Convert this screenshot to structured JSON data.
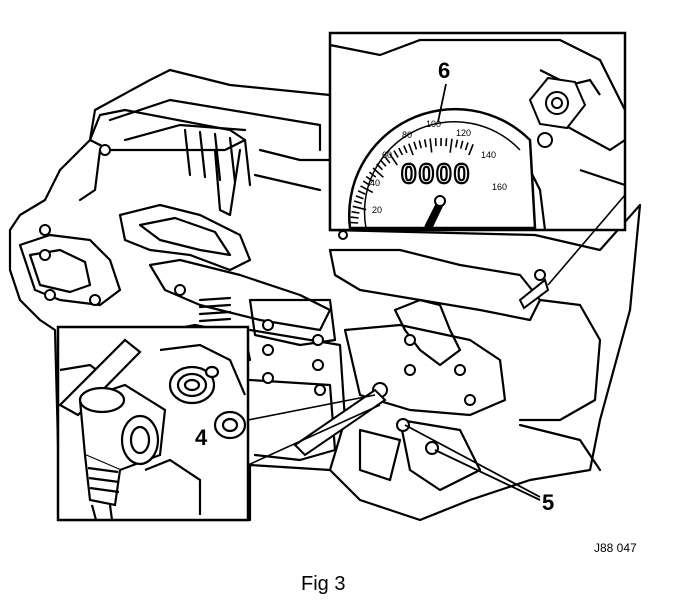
{
  "figure": {
    "caption": "Fig 3",
    "reference_code": "J88 047",
    "callouts": {
      "four": "4",
      "five": "5",
      "six": "6"
    },
    "gauge": {
      "scale_labels": [
        "20",
        "40",
        "60",
        "80",
        "100",
        "120",
        "140",
        "160"
      ],
      "odometer": "0000"
    },
    "line_color": "#000000",
    "paper_color": "#ffffff"
  }
}
